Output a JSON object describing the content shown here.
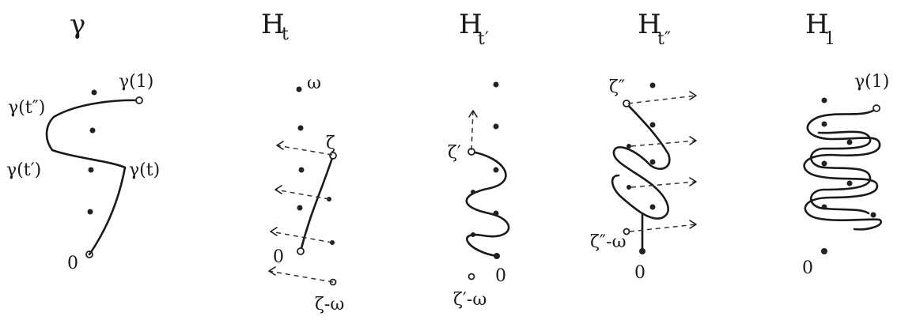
{
  "panels": [
    {
      "title": "γ",
      "labels": {
        "gamma_one": "γ(1)",
        "gamma_t2": "γ(t″)",
        "gamma_t1": "γ(t′)",
        "gamma_t": "γ(t)",
        "origin": "0"
      }
    },
    {
      "title": "H",
      "subscript": "t",
      "labels": {
        "omega": "ω",
        "zeta": "ζ",
        "origin": "0",
        "zeta_minus_omega": "ζ-ω"
      }
    },
    {
      "title": "H",
      "subscript": "t′",
      "labels": {
        "zeta_prime": "ζ′",
        "origin": "0",
        "zeta_prime_minus_omega": "ζ′-ω"
      }
    },
    {
      "title": "H",
      "subscript": "t″",
      "labels": {
        "zeta_double_prime": "ζ″",
        "zeta_double_prime_minus_omega": "ζ″-ω",
        "origin": "0"
      }
    },
    {
      "title": "H",
      "subscript": "1",
      "labels": {
        "gamma_one": "γ(1)",
        "origin": "0"
      }
    }
  ]
}
